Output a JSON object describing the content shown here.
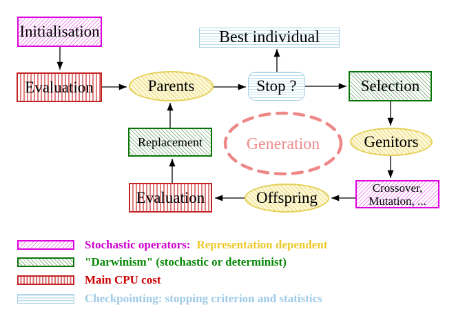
{
  "diagram": {
    "title": "evolutionary-algorithm-cycle",
    "nodes": {
      "initialisation": {
        "label": "Initialisation",
        "style": "stochastic-operator"
      },
      "evaluation_top": {
        "label": "Evaluation",
        "style": "main-cpu-cost"
      },
      "parents": {
        "label": "Parents",
        "style": "population"
      },
      "best_individual": {
        "label": "Best individual",
        "style": "checkpointing"
      },
      "stop": {
        "label": "Stop ?",
        "style": "checkpointing"
      },
      "selection": {
        "label": "Selection",
        "style": "darwinism"
      },
      "replacement": {
        "label": "Replacement",
        "style": "darwinism"
      },
      "generation": {
        "label": "Generation",
        "style": "cycle-annotation"
      },
      "genitors": {
        "label": "Genitors",
        "style": "population"
      },
      "crossover_mutation": {
        "label_line1": "Crossover,",
        "label_line2": "Mutation, ...",
        "style": "stochastic-operator"
      },
      "offspring": {
        "label": "Offspring",
        "style": "population"
      },
      "evaluation_bottom": {
        "label": "Evaluation",
        "style": "main-cpu-cost"
      }
    },
    "edges": [
      "initialisation->evaluation_top",
      "evaluation_top->parents",
      "parents->stop",
      "stop->best_individual",
      "stop->selection",
      "selection->genitors",
      "genitors->crossover_mutation",
      "crossover_mutation->offspring",
      "offspring->evaluation_bottom",
      "evaluation_bottom->replacement",
      "replacement->parents"
    ]
  },
  "legend": {
    "rows": [
      {
        "text1": "Stochastic operators:",
        "text2": "Representation dependent"
      },
      {
        "text1": "\"Darwinism\" (stochastic or determinist)",
        "text2": ""
      },
      {
        "text1": "Main CPU cost",
        "text2": ""
      },
      {
        "text1": "Checkpointing: stopping criterion and statistics",
        "text2": ""
      }
    ]
  },
  "colors": {
    "magenta": "#dd00dd",
    "green": "#077407",
    "red": "#c32222",
    "light_blue": "#a5cfe2",
    "yellow": "#e5d058",
    "salmon": "#ee8888",
    "legend_magenta_text": "#cc00cc",
    "legend_gold_text": "#edc92b",
    "legend_green_text": "#088808",
    "legend_red_text": "#cc0000",
    "legend_blue_text": "#9ecbe8"
  }
}
